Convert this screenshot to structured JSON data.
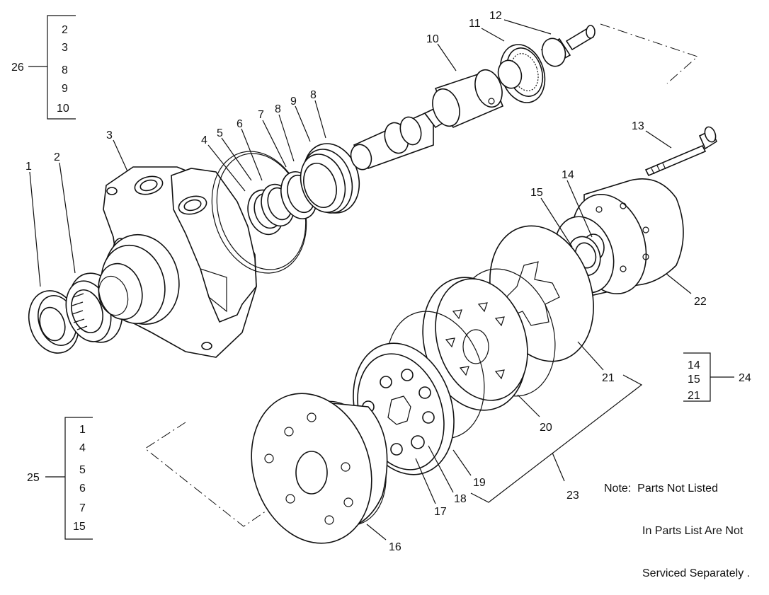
{
  "diagram": {
    "callouts": [
      "1",
      "2",
      "3",
      "4",
      "5",
      "6",
      "7",
      "8",
      "9",
      "8",
      "10",
      "11",
      "12",
      "13",
      "14",
      "15",
      "16",
      "17",
      "18",
      "19",
      "20",
      "21",
      "22",
      "23"
    ],
    "groups": {
      "g26": {
        "id": "26",
        "items": [
          "2",
          "3",
          "8",
          "9",
          "10"
        ]
      },
      "g25": {
        "id": "25",
        "items": [
          "1",
          "4",
          "5",
          "6",
          "7",
          "15"
        ]
      },
      "g24": {
        "id": "24",
        "items": [
          "14",
          "15",
          "21"
        ]
      }
    },
    "note": {
      "prefix": "Note:",
      "line1": "Parts Not Listed",
      "line2": "In Parts List Are Not",
      "line3": "Serviced Separately ."
    }
  }
}
